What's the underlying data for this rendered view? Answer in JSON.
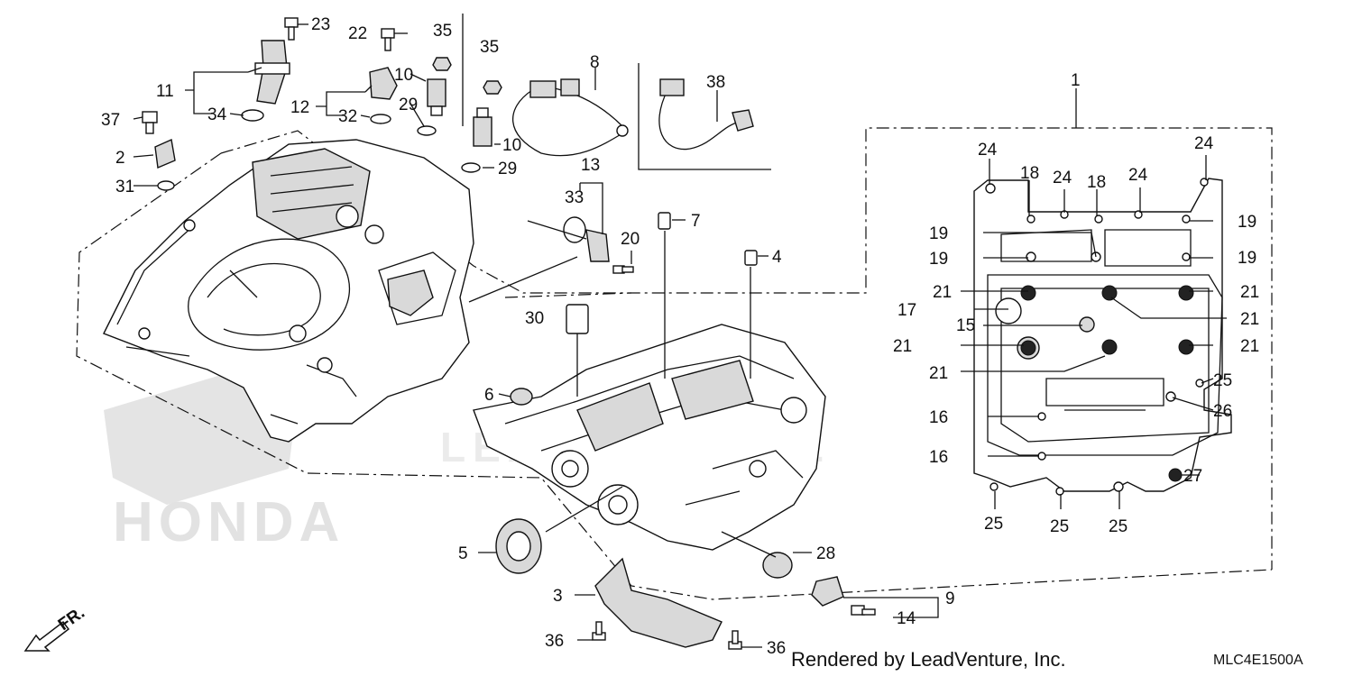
{
  "callouts": {
    "c1": "1",
    "c2": "2",
    "c3": "3",
    "c4": "4",
    "c5": "5",
    "c6": "6",
    "c7": "7",
    "c8": "8",
    "c9": "9",
    "c10a": "10",
    "c10b": "10",
    "c11": "11",
    "c12": "12",
    "c13": "13",
    "c14": "14",
    "c15": "15",
    "c16a": "16",
    "c16b": "16",
    "c17": "17",
    "c18a": "18",
    "c18b": "18",
    "c19a": "19",
    "c19b": "19",
    "c19c": "19",
    "c19d": "19",
    "c20": "20",
    "c21a": "21",
    "c21b": "21",
    "c21c": "21",
    "c21d": "21",
    "c21e": "21",
    "c21f": "21",
    "c22": "22",
    "c23": "23",
    "c24a": "24",
    "c24b": "24",
    "c24c": "24",
    "c24d": "24",
    "c25a": "25",
    "c25b": "25",
    "c25c": "25",
    "c25d": "25",
    "c26": "26",
    "c27": "27",
    "c28": "28",
    "c29a": "29",
    "c29b": "29",
    "c30": "30",
    "c31": "31",
    "c32": "32",
    "c33": "33",
    "c34": "34",
    "c35a": "35",
    "c35b": "35",
    "c36a": "36",
    "c36b": "36",
    "c37": "37",
    "c38": "38"
  },
  "direction_label": "FR.",
  "watermark_brand": "HONDA",
  "watermark_text": "LEADVENTURE",
  "footer": {
    "credit": "Rendered by LeadVenture, Inc.",
    "code": "MLC4E1500A"
  }
}
